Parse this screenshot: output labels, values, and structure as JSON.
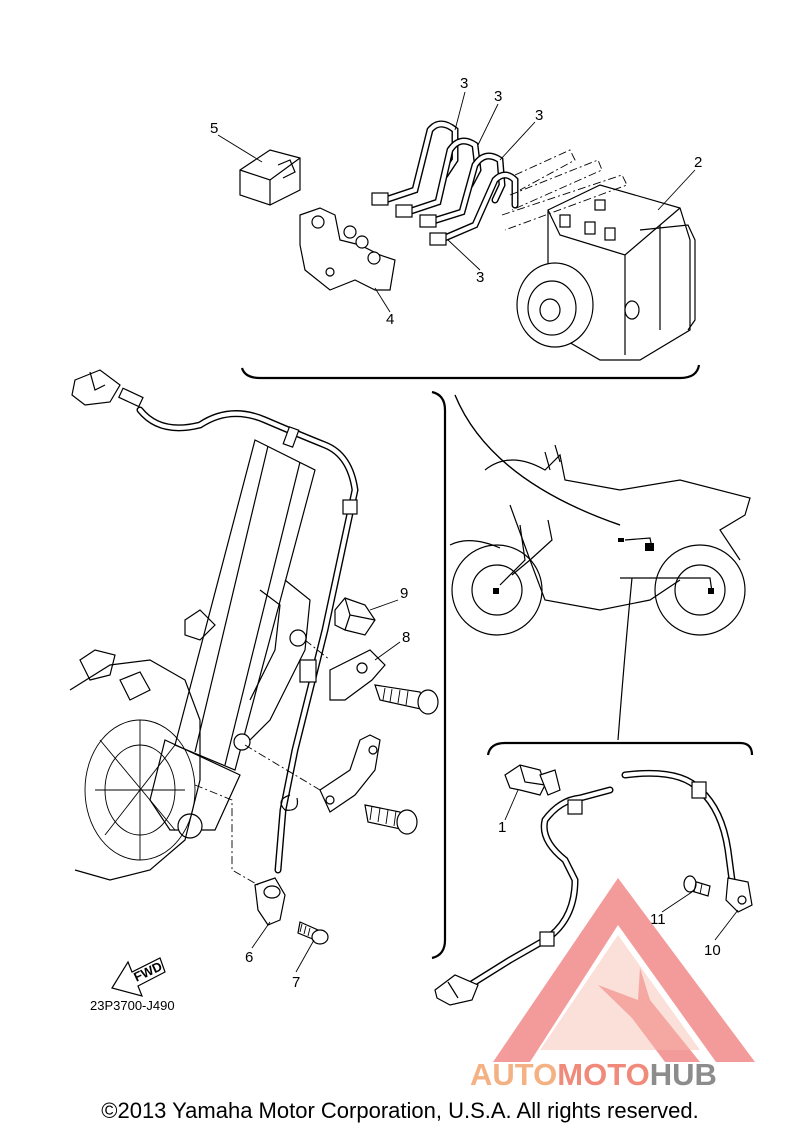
{
  "callouts": [
    "1",
    "2",
    "3",
    "3",
    "3",
    "3",
    "4",
    "5",
    "6",
    "7",
    "8",
    "9",
    "10",
    "11"
  ],
  "diagram_code": "23P3700-J490",
  "fwd_label": "FWD",
  "watermark": {
    "part1": "AUTO",
    "part2": "MOTO",
    "part3": "HUB"
  },
  "copyright": "©2013 Yamaha Motor Corporation, U.S.A. All rights reserved.",
  "colors": {
    "line": "#000000",
    "watermark_red": "#f07a7a",
    "watermark_orange": "#f4b183",
    "watermark_gray": "#8c8c8c"
  }
}
